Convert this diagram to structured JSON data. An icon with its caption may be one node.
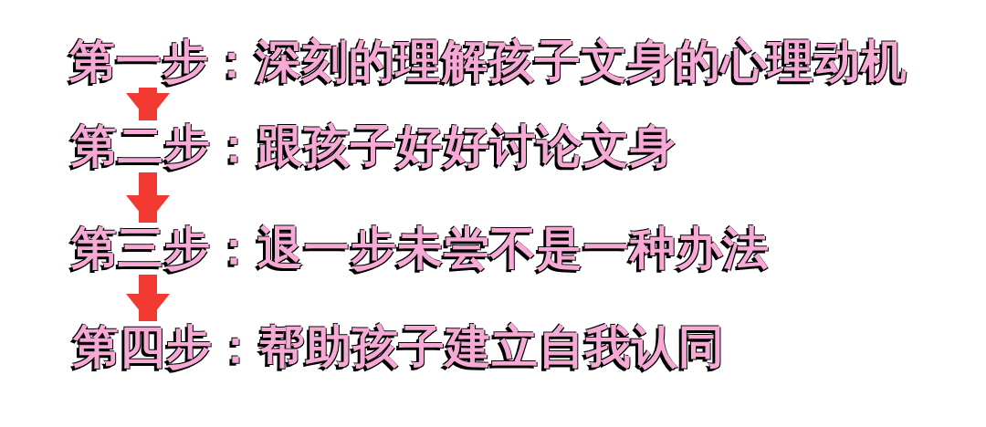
{
  "diagram": {
    "nodes": [
      {
        "text": [
          "第一步：深刻的理解孩子文身的心理动机"
        ]
      },
      {
        "text": [
          "第二步：跟孩子好好讨论文身"
        ]
      },
      {
        "text": [
          "第三步：退一步未尝不是一种办法"
        ]
      },
      {
        "text": [
          "第四步：帮助孩子建立自我认同"
        ]
      }
    ],
    "edges": [
      {
        "from": 0,
        "to": 1,
        "arrow": "to"
      },
      {
        "from": 1,
        "to": 2,
        "arrow": "to"
      },
      {
        "from": 2,
        "to": 3,
        "arrow": "to"
      }
    ]
  }
}
